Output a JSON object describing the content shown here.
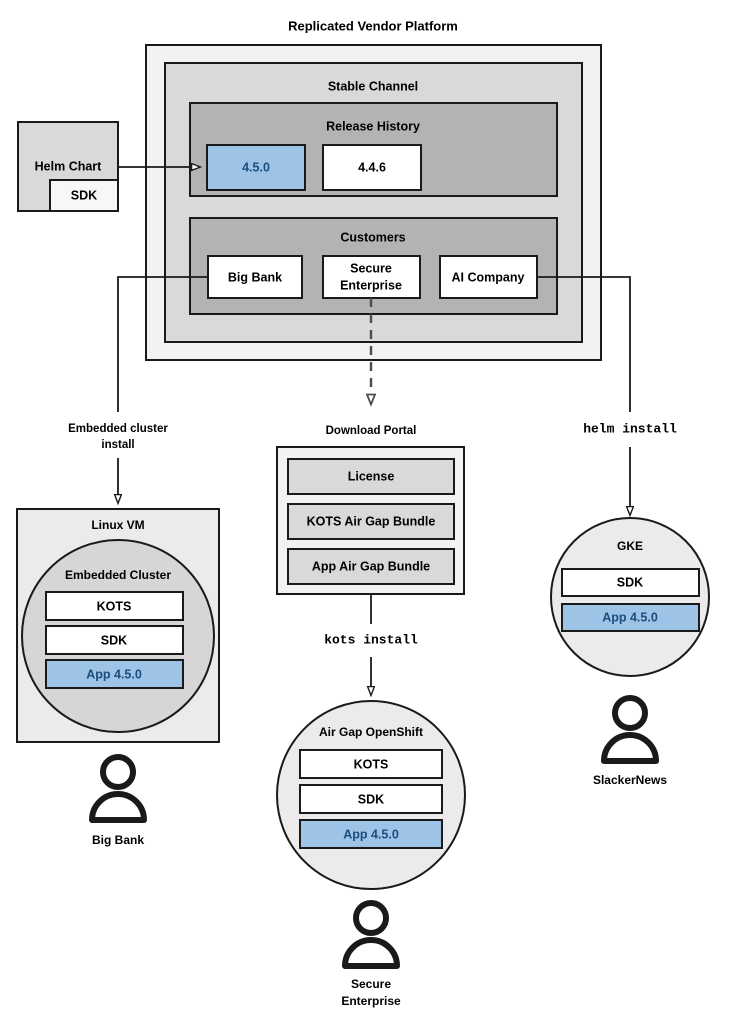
{
  "title": "Replicated Vendor Platform",
  "platform": {
    "channel_title": "Stable Channel",
    "release_history": {
      "title": "Release History",
      "releases": [
        {
          "label": "4.5.0",
          "highlighted": true
        },
        {
          "label": "4.4.6",
          "highlighted": false
        }
      ]
    },
    "customers": {
      "title": "Customers",
      "items": [
        {
          "label": "Big Bank"
        },
        {
          "label": "Secure Enterprise",
          "line1": "Secure",
          "line2": "Enterprise"
        },
        {
          "label": "AI Company"
        }
      ]
    }
  },
  "helm_chart": {
    "title": "Helm Chart",
    "sdk_label": "SDK"
  },
  "connectors": {
    "embedded_install_line1": "Embedded cluster",
    "embedded_install_line2": "install",
    "download_portal_label": "Download Portal",
    "kots_install": "kots install",
    "helm_install": "helm install"
  },
  "linux_vm": {
    "title": "Linux VM",
    "cluster_title": "Embedded Cluster",
    "components": [
      {
        "label": "KOTS",
        "highlighted": false
      },
      {
        "label": "SDK",
        "highlighted": false
      },
      {
        "label": "App 4.5.0",
        "highlighted": true
      }
    ],
    "actor": "Big Bank"
  },
  "download_portal": {
    "items": [
      {
        "label": "License"
      },
      {
        "label": "KOTS Air Gap Bundle"
      },
      {
        "label": "App Air Gap Bundle"
      }
    ]
  },
  "airgap_openshift": {
    "title": "Air Gap OpenShift",
    "components": [
      {
        "label": "KOTS",
        "highlighted": false
      },
      {
        "label": "SDK",
        "highlighted": false
      },
      {
        "label": "App 4.5.0",
        "highlighted": true
      }
    ],
    "actor_line1": "Secure",
    "actor_line2": "Enterprise"
  },
  "gke": {
    "title": "GKE",
    "components": [
      {
        "label": "SDK",
        "highlighted": false
      },
      {
        "label": "App 4.5.0",
        "highlighted": true
      }
    ],
    "actor": "SlackerNews"
  },
  "colors": {
    "highlight_fill": "#9dc3e6",
    "highlight_stroke": "#3f7cb5",
    "highlight_text": "#1a4e7e",
    "outer_panel": "#f2f2f2",
    "channel_panel": "#d9d9d9",
    "inner_panel": "#b3b3b3",
    "soft_panel": "#e8e8e8",
    "mid_panel": "#d6d6d6",
    "stroke": "#1a1a1a",
    "white": "#ffffff"
  }
}
